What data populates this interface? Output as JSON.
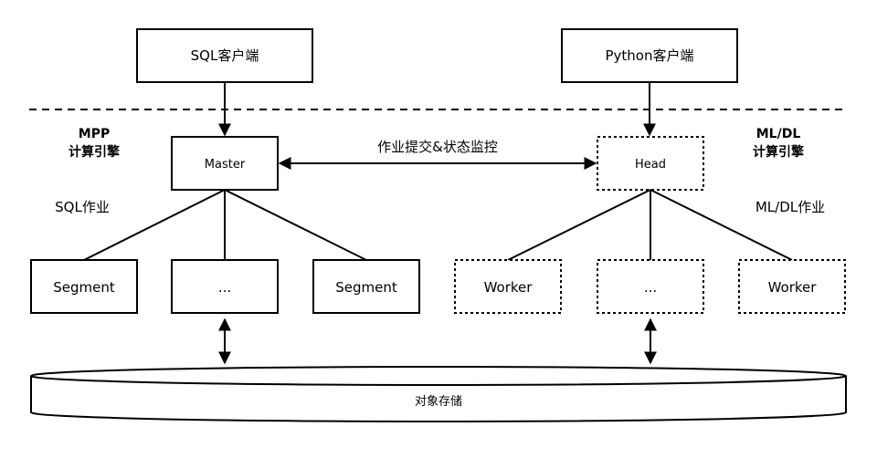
{
  "nodes": {
    "sql_client": "SQL客户端",
    "python_client": "Python客户端",
    "master": "Master",
    "head": "Head",
    "segment_left": "Segment",
    "segment_middle": "...",
    "segment_right": "Segment",
    "worker_left": "Worker",
    "worker_middle": "...",
    "worker_right": "Worker",
    "object_storage": "对象存储"
  },
  "labels": {
    "mpp_engine_line1": "MPP",
    "mpp_engine_line2": "计算引擎",
    "mldl_engine_line1": "ML/DL",
    "mldl_engine_line2": "计算引擎",
    "sql_job": "SQL作业",
    "mldl_job": "ML/DL作业",
    "job_submit_monitor": "作业提交&状态监控"
  },
  "styles": {
    "stroke_color": "#000000",
    "background_color": "#ffffff"
  }
}
